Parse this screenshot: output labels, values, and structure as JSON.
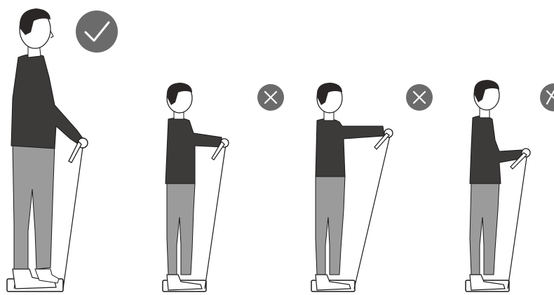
{
  "colors": {
    "background": "#ffffff",
    "shirt": "#3d3a3a",
    "pants": "#9b9b9b",
    "skin": "#ffffff",
    "hair": "#2a2626",
    "outline": "#1a1a1a",
    "badge": "#6b6b6b",
    "badge_mark": "#ffffff"
  },
  "panels": [
    {
      "id": "correct",
      "status": "correct",
      "icon": "check-circle-icon"
    },
    {
      "id": "wrong-1",
      "status": "incorrect",
      "icon": "x-circle-icon"
    },
    {
      "id": "wrong-2",
      "status": "incorrect",
      "icon": "x-circle-icon"
    },
    {
      "id": "wrong-3",
      "status": "incorrect",
      "icon": "x-circle-icon"
    }
  ]
}
